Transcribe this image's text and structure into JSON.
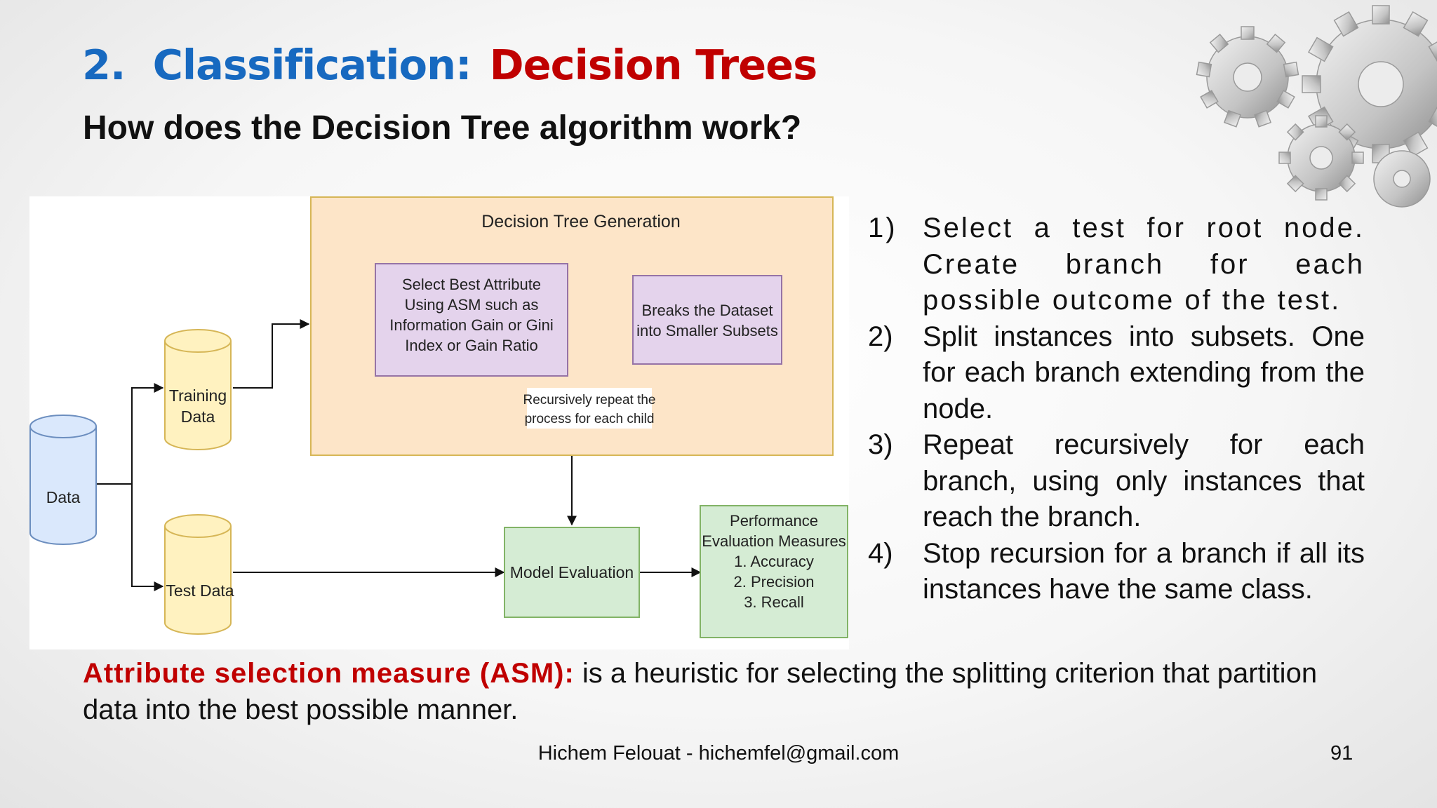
{
  "slide": {
    "title_number": "2.",
    "title_topic": "Classification:",
    "title_highlight": "Decision Trees",
    "subtitle": "How does the Decision Tree algorithm work?"
  },
  "diagram": {
    "generation_title": "Decision Tree Generation",
    "select_best": [
      "Select Best Attribute",
      "Using ASM such as",
      "Information Gain or Gini",
      "Index or Gain Ratio"
    ],
    "breaks_dataset": [
      "Breaks the Dataset",
      "into Smaller Subsets"
    ],
    "recursive_note": [
      "Recursively repeat the",
      "process for each child"
    ],
    "data_label": "Data",
    "training_data": [
      "Training",
      "Data"
    ],
    "test_data": "Test Data",
    "model_evaluation": "Model Evaluation",
    "performance": [
      "Performance",
      "Evaluation Measures",
      "1. Accuracy",
      "2. Precision",
      "3. Recall"
    ],
    "colors": {
      "generation_fill": "#fde5c8",
      "generation_stroke": "#d6b656",
      "purple_fill": "#e4d3ec",
      "purple_stroke": "#9673a6",
      "blue_fill": "#dae8fc",
      "blue_stroke": "#6c8ebf",
      "yellow_fill": "#fff2c0",
      "yellow_stroke": "#d6b656",
      "green_fill": "#d5ecd4",
      "green_stroke": "#82b366"
    }
  },
  "steps": [
    {
      "num": "1)",
      "text": "Select a test for root node. Create branch for each possible outcome of the test."
    },
    {
      "num": "2)",
      "text": "Split instances into subsets. One for each branch extending from the node."
    },
    {
      "num": "3)",
      "text": "Repeat recursively for each branch, using only instances that reach the branch."
    },
    {
      "num": "4)",
      "text": "Stop recursion for a branch if all its instances have the same class."
    }
  ],
  "asm": {
    "term": "Attribute selection measure (ASM):",
    "definition": " is a heuristic for selecting the splitting criterion that partition data into the best possible manner."
  },
  "footer": {
    "author": "Hichem Felouat - hichemfel@gmail.com",
    "page": "91"
  },
  "decoration": {
    "icon": "gears-icon"
  }
}
